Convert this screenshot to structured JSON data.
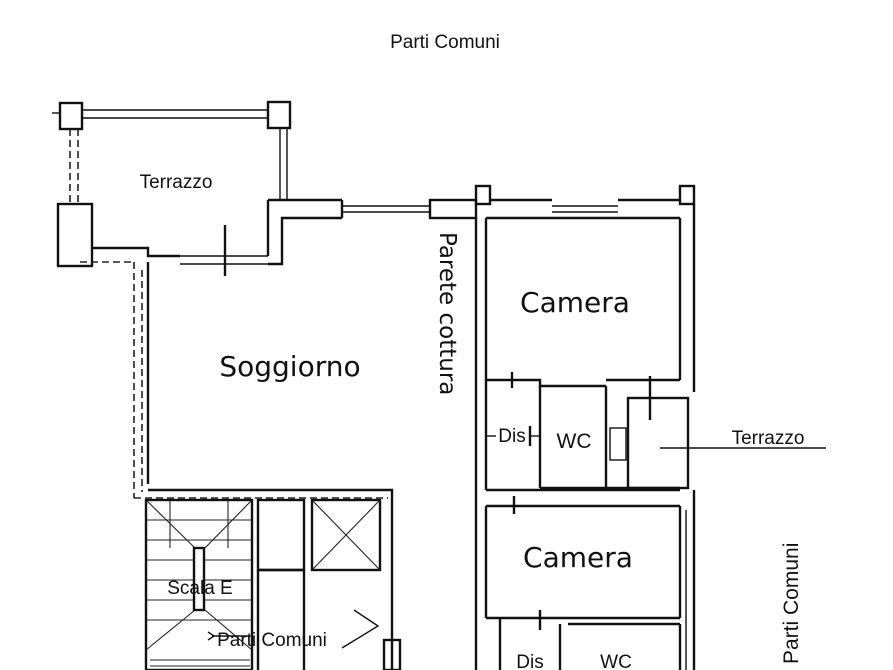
{
  "labels": {
    "parti_comuni_top": "Parti Comuni",
    "terrazzo_top": "Terrazzo",
    "soggiorno": "Soggiorno",
    "parete_cottura": "Parete cottura",
    "camera_upper": "Camera",
    "dis_upper": "Dis",
    "wc_upper": "WC",
    "terrazzo_right": "Terrazzo",
    "camera_lower": "Camera",
    "scala": "Scala E",
    "parti_comuni_stair": "Parti Comuni",
    "parti_comuni_right": "Parti Comuni",
    "dis_lower": "Dis",
    "wc_lower": "WC"
  }
}
